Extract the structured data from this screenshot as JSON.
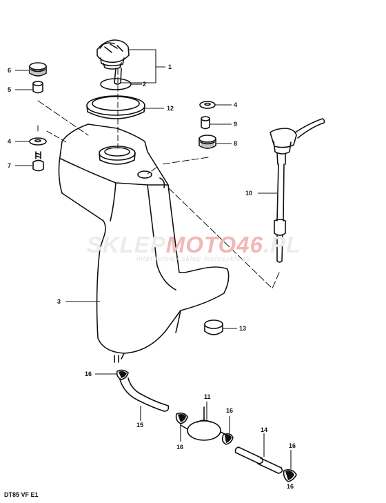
{
  "diagram": {
    "model_code": "DT85 VF E1",
    "watermark": {
      "part1": "SKLEP",
      "part2": "MOTO",
      "part3": "46",
      "part4": ".PL",
      "subtitle": "internetowy sklep motocyklowy"
    },
    "callouts": [
      {
        "id": "1",
        "label": "1"
      },
      {
        "id": "2",
        "label": "2"
      },
      {
        "id": "12",
        "label": "12"
      },
      {
        "id": "6",
        "label": "6"
      },
      {
        "id": "5",
        "label": "5"
      },
      {
        "id": "4",
        "label": "4"
      },
      {
        "id": "7",
        "label": "7"
      },
      {
        "id": "4b",
        "label": "4"
      },
      {
        "id": "9",
        "label": "9"
      },
      {
        "id": "8",
        "label": "8"
      },
      {
        "id": "10",
        "label": "10"
      },
      {
        "id": "3",
        "label": "3"
      },
      {
        "id": "13",
        "label": "13"
      },
      {
        "id": "16a",
        "label": "16"
      },
      {
        "id": "15",
        "label": "15"
      },
      {
        "id": "11",
        "label": "11"
      },
      {
        "id": "16b",
        "label": "16"
      },
      {
        "id": "16c",
        "label": "16"
      },
      {
        "id": "16d",
        "label": "16"
      },
      {
        "id": "14",
        "label": "14"
      },
      {
        "id": "16e",
        "label": "16"
      }
    ]
  }
}
